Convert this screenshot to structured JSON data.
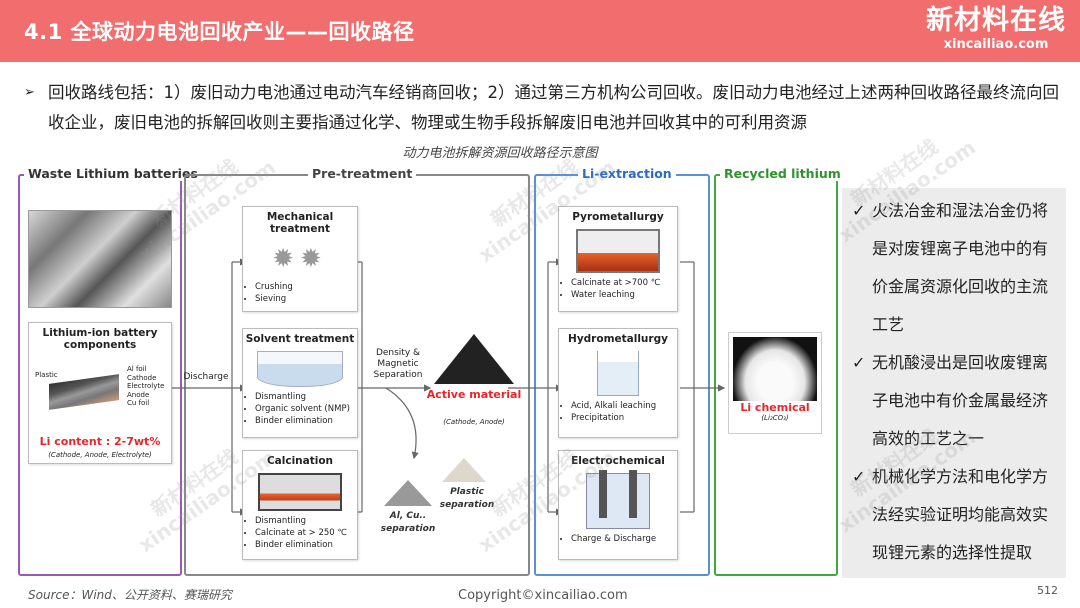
{
  "header": {
    "title": "4.1 全球动力电池回收产业——回收路径",
    "logo_cn": "新材料在线",
    "logo_en": "xincailiao.com",
    "color": "#f26d6d"
  },
  "intro": {
    "bullet_icon": "arrow-bullet-icon",
    "text": "回收路线包括：1）废旧动力电池通过电动汽车经销商回收；2）通过第三方机构公司回收。废旧动力电池经过上述两种回收路径最终流向回收企业，废旧电池的拆解回收则主要指通过化学、物理或生物手段拆解废旧电池并回收其中的可利用资源"
  },
  "diagram": {
    "caption": "动力电池拆解资源回收路径示意图",
    "panels": {
      "waste": {
        "title": "Waste Lithium batteries",
        "color": "#9b59b6"
      },
      "pretreatment": {
        "title": "Pre-treatment",
        "color": "#888888"
      },
      "extraction": {
        "title": "Li-extraction",
        "color": "#5b8fd6"
      },
      "recycled": {
        "title": "Recycled lithium",
        "color": "#3daa3d"
      }
    },
    "components": {
      "title": "Lithium-ion battery components",
      "layers": [
        "Plastic",
        "Al foil",
        "Cathode",
        "Electrolyte",
        "Anode",
        "Cu foil"
      ],
      "li_content": "Li content : 2-7wt%",
      "li_content_note": "(Cathode, Anode, Electrolyte)"
    },
    "arrow_discharge": "Discharge",
    "arrow_separation": "Density & Magnetic Separation",
    "mechanical": {
      "title": "Mechanical treatment",
      "items": [
        "Crushing",
        "Sieving"
      ]
    },
    "solvent": {
      "title": "Solvent treatment",
      "items": [
        "Dismantling",
        "Organic solvent (NMP)",
        "Binder elimination"
      ]
    },
    "calcination": {
      "title": "Calcination",
      "items": [
        "Dismantling",
        "Calcinate at > 250 ℃",
        "Binder elimination"
      ]
    },
    "active_material": {
      "title": "Active material",
      "note": "(Cathode, Anode)"
    },
    "al_cu": {
      "title": "Al, Cu.. separation"
    },
    "plastic": {
      "title": "Plastic separation"
    },
    "pyro": {
      "title": "Pyrometallurgy",
      "items": [
        "Calcinate at >700 ℃",
        "Water leaching"
      ]
    },
    "hydro": {
      "title": "Hydrometallurgy",
      "items": [
        "Acid, Alkali leaching",
        "Precipitation"
      ]
    },
    "electro": {
      "title": "Electrochemical",
      "items": [
        "Charge & Discharge"
      ]
    },
    "li_chemical": {
      "title": "Li chemical",
      "note": "(Li₂CO₃)"
    }
  },
  "conclusions": [
    "火法冶金和湿法冶金仍将是对废锂离子电池中的有价金属资源化回收的主流工艺",
    "无机酸浸出是回收废锂离子电池中有价金属最经济高效的工艺之一",
    "机械化学方法和电化学方法经实验证明均能高效实现锂元素的选择性提取"
  ],
  "footer": {
    "source": "Source：Wind、公开资料、赛瑞研究",
    "copyright": "Copyright©xincailiao.com",
    "page": "512"
  },
  "watermark": {
    "cn": "新材料在线",
    "en": "xincailiao.com"
  }
}
